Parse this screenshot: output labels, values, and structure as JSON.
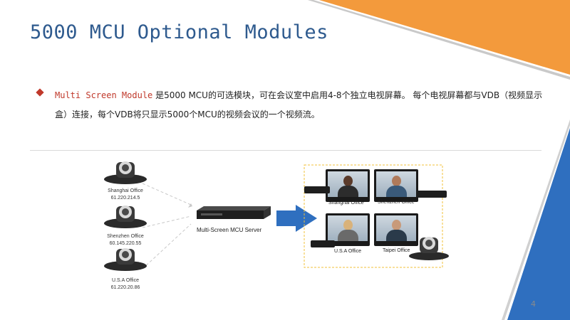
{
  "slide": {
    "title": "5000 MCU Optional Modules",
    "bullet_highlight": "Multi Screen Module",
    "bullet_text": " 是5000 MCU的可选模块，可在会议室中启用4-8个独立电视屏幕。 每个电视屏幕都与VDB（视频显示盒）连接，每个VDB将只显示5000个MCU的视频会议的一个视频流。",
    "page_number": "4"
  },
  "diagram": {
    "endpoints": [
      {
        "name": "Shanghai Office",
        "ip": "61.220.214.5"
      },
      {
        "name": "Shenzhen Office",
        "ip": "60.145.220.55"
      },
      {
        "name": "U.S.A Office",
        "ip": "61.220.20.86"
      }
    ],
    "server_label": "Multi-Screen MCU Server",
    "screens": [
      {
        "label": "Shanghai Office"
      },
      {
        "label": "Shenzhen Office"
      },
      {
        "label": "U.S.A Office"
      },
      {
        "label": "Taipei Office"
      }
    ]
  },
  "colors": {
    "title": "#2e5a8e",
    "accent_red": "#c0392b",
    "orange": "#f39a3c",
    "blue": "#2f6fbf",
    "dashed_box": "#f2c23a"
  }
}
